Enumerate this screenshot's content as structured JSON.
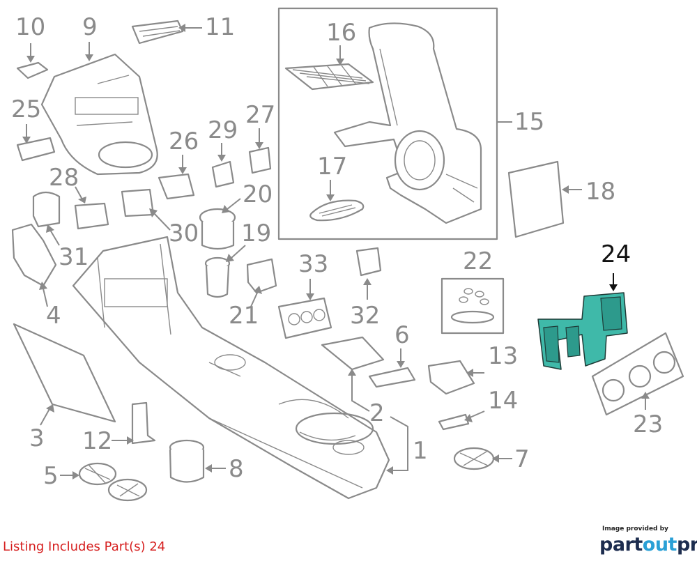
{
  "diagram": {
    "accent_color": "#3fb9a9",
    "callout_color": "#8a8a8a",
    "highlight_callout_color": "#111111",
    "callouts": [
      {
        "id": "c10",
        "label": "10"
      },
      {
        "id": "c9",
        "label": "9"
      },
      {
        "id": "c11",
        "label": "11"
      },
      {
        "id": "c16",
        "label": "16"
      },
      {
        "id": "c25",
        "label": "25"
      },
      {
        "id": "c27",
        "label": "27"
      },
      {
        "id": "c29",
        "label": "29"
      },
      {
        "id": "c26",
        "label": "26"
      },
      {
        "id": "c15",
        "label": "15"
      },
      {
        "id": "c17",
        "label": "17"
      },
      {
        "id": "c28",
        "label": "28"
      },
      {
        "id": "c20",
        "label": "20"
      },
      {
        "id": "c18",
        "label": "18"
      },
      {
        "id": "c30",
        "label": "30"
      },
      {
        "id": "c19",
        "label": "19"
      },
      {
        "id": "c31",
        "label": "31"
      },
      {
        "id": "c24",
        "label": "24"
      },
      {
        "id": "c33",
        "label": "33"
      },
      {
        "id": "c22",
        "label": "22"
      },
      {
        "id": "c4",
        "label": "4"
      },
      {
        "id": "c21",
        "label": "21"
      },
      {
        "id": "c32",
        "label": "32"
      },
      {
        "id": "c6",
        "label": "6"
      },
      {
        "id": "c13",
        "label": "13"
      },
      {
        "id": "c14",
        "label": "14"
      },
      {
        "id": "c2",
        "label": "2"
      },
      {
        "id": "c3",
        "label": "3"
      },
      {
        "id": "c12",
        "label": "12"
      },
      {
        "id": "c1",
        "label": "1"
      },
      {
        "id": "c23",
        "label": "23"
      },
      {
        "id": "c5",
        "label": "5"
      },
      {
        "id": "c8",
        "label": "8"
      },
      {
        "id": "c7",
        "label": "7"
      }
    ],
    "highlighted_part": "24"
  },
  "footer": {
    "listing_text": "Listing Includes Part(s) 24",
    "listing_color": "#d61f1f",
    "credit_small": "Image provided by",
    "brand_part1": "part",
    "brand_part2": "out",
    "brand_part3": "pro"
  }
}
